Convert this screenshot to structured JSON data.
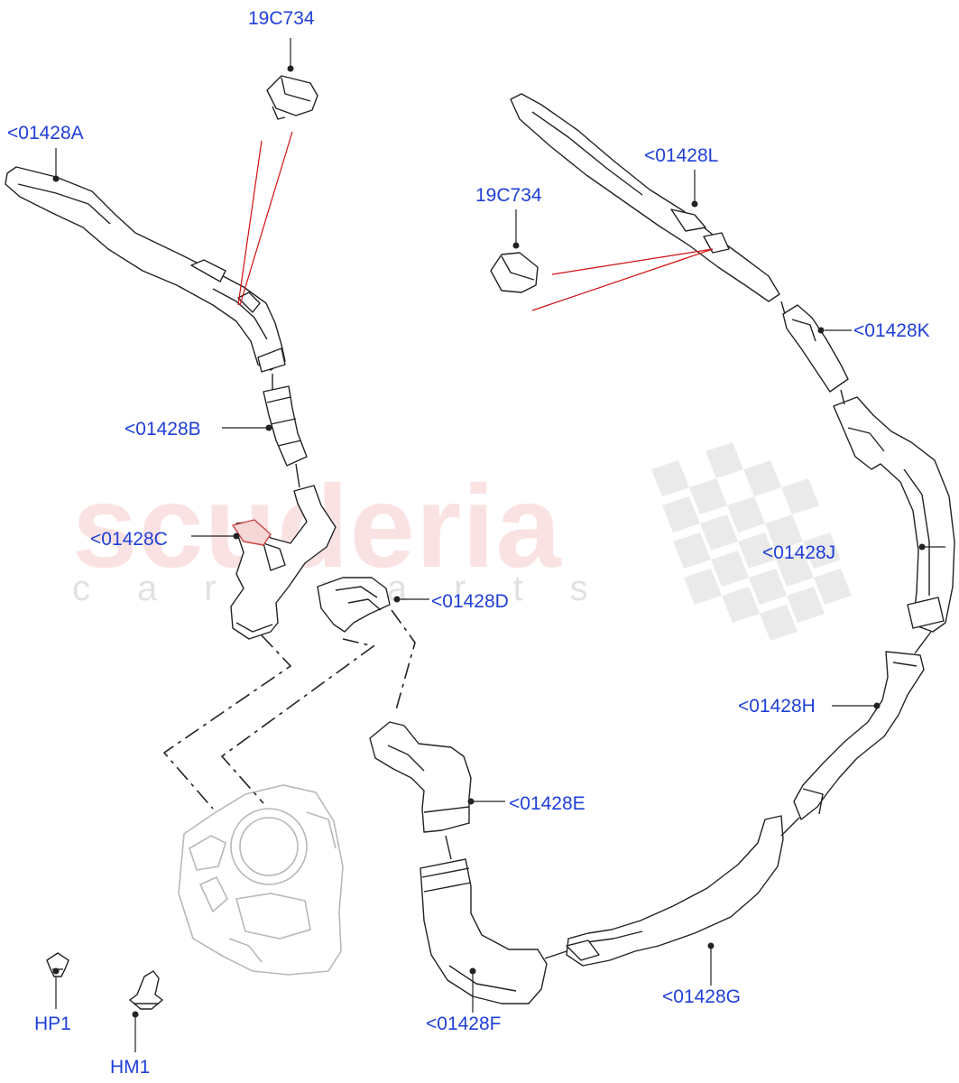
{
  "watermark": {
    "brand": "scuderia",
    "tagline": "car parts"
  },
  "callouts": {
    "sensor_top": "19C734",
    "sensor_right": "19C734",
    "duct_a": "<01428A",
    "duct_b": "<01428B",
    "duct_c": "<01428C",
    "duct_d": "<01428D",
    "duct_e": "<01428E",
    "duct_f": "<01428F",
    "duct_g": "<01428G",
    "duct_h": "<01428H",
    "duct_j": "<01428J",
    "duct_k": "<01428K",
    "duct_l": "<01428L",
    "fastener_hp1": "HP1",
    "fastener_hm1": "HM1"
  },
  "colors": {
    "callout": "#1f3fd8",
    "linework": "#222222",
    "sensor_line": "#d01010",
    "heater_unit": "#b8b8b8"
  }
}
